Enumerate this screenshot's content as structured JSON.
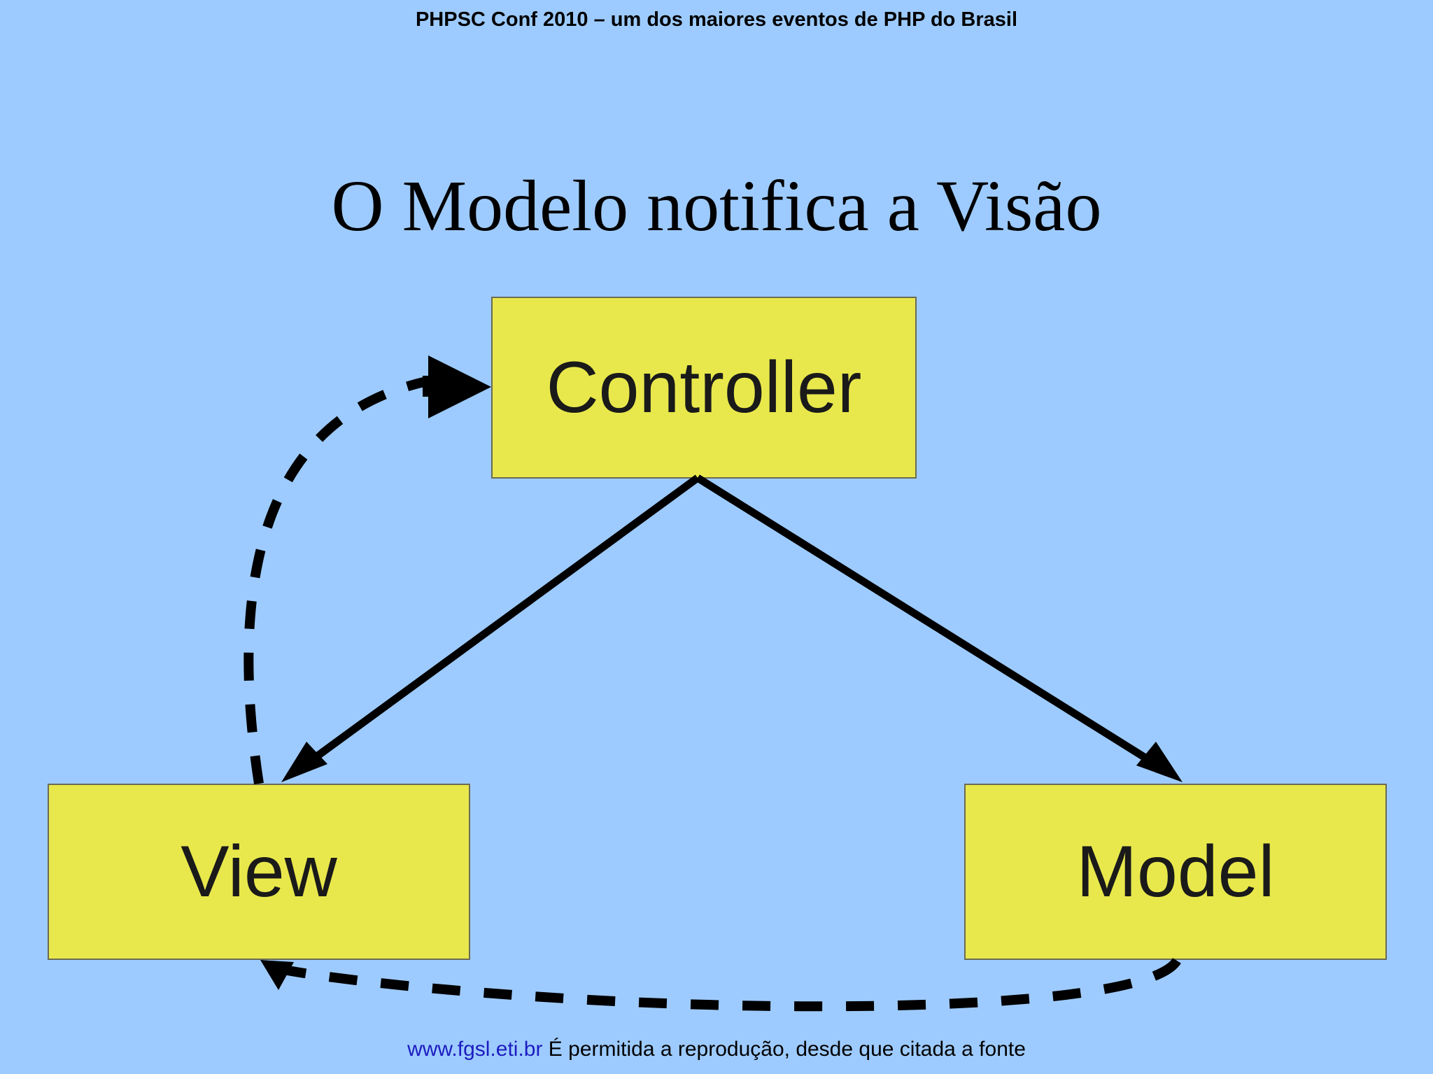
{
  "slide": {
    "background_color": "#9ecbff",
    "header": "PHPSC Conf 2010 – um dos maiores eventos de PHP do Brasil",
    "title": "O Modelo notifica a Visão",
    "footer": {
      "link_text": "www.fgsl.eti.br",
      "link_color": "#1c1cbf",
      "notice": " É permitida a reprodução, desde que citada a fonte"
    }
  },
  "diagram": {
    "box_fill_color": "#e8e84c",
    "box_border_color": "#6b6b55",
    "boxes": [
      {
        "id": "controller",
        "label": "Controller"
      },
      {
        "id": "view",
        "label": "View"
      },
      {
        "id": "model",
        "label": "Model"
      }
    ],
    "connectors": [
      {
        "id": "controller-to-view",
        "style": "solid",
        "from": "Controller",
        "to": "View",
        "arrow": "end"
      },
      {
        "id": "controller-to-model",
        "style": "solid",
        "from": "Controller",
        "to": "Model",
        "arrow": "end"
      },
      {
        "id": "view-to-controller",
        "style": "dashed",
        "from": "View",
        "to": "Controller",
        "arrow": "end"
      },
      {
        "id": "model-to-view",
        "style": "dashed",
        "from": "Model",
        "to": "View",
        "arrow": "end"
      }
    ]
  }
}
